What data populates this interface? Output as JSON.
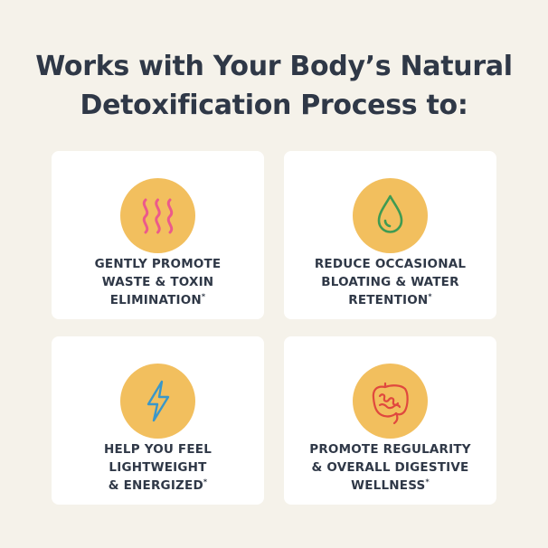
{
  "headline": {
    "line1": "Works with Your Body’s Natural",
    "line2": "Detoxification Process to:"
  },
  "colors": {
    "background": "#f5f2ea",
    "card": "#ffffff",
    "icon_circle": "#f2bf5e",
    "text": "#2f3847",
    "icon_pink": "#ec5a8b",
    "icon_green": "#3f9b52",
    "icon_blue": "#3a97c9",
    "icon_red": "#e0483e"
  },
  "benefits": [
    {
      "icon": "heat-waves-icon",
      "line1": "GENTLY PROMOTE",
      "line2": "WASTE & TOXIN",
      "line3": "ELIMINATION",
      "mark": "*"
    },
    {
      "icon": "water-drop-icon",
      "line1": "REDUCE OCCASIONAL",
      "line2": "BLOATING & WATER",
      "line3": "RETENTION",
      "mark": "*"
    },
    {
      "icon": "lightning-bolt-icon",
      "line1": "HELP YOU FEEL",
      "line2": "LIGHTWEIGHT",
      "line3": "& ENERGIZED",
      "mark": "*"
    },
    {
      "icon": "intestines-icon",
      "line1": "PROMOTE REGULARITY",
      "line2": "& OVERALL DIGESTIVE",
      "line3": "WELLNESS",
      "mark": "*"
    }
  ]
}
